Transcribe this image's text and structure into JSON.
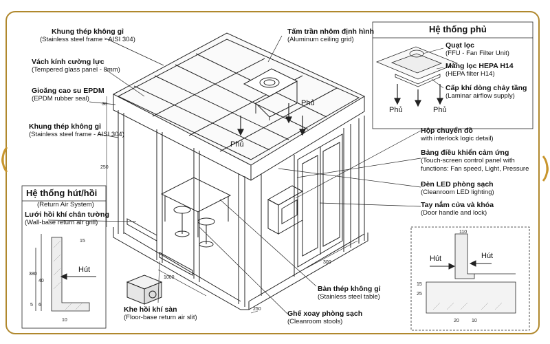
{
  "labels": {
    "frame_top": {
      "vn": "Khung thép không gỉ",
      "en": "(Stainless steel frame - AISI 304)"
    },
    "glass": {
      "vn": "Vách kính cường lực",
      "en": "(Tempered glass panel - 8mm)"
    },
    "seal": {
      "vn": "Gioăng cao su EPDM",
      "en": "(EPDM rubber seal)"
    },
    "frame_side": {
      "vn": "Khung thép không gỉ",
      "en": "(Stainless steel frame - AISI 304)"
    },
    "ceiling": {
      "vn": "Tấm trần nhôm định hình",
      "en": "(Aluminum ceiling grid)"
    },
    "passbox": {
      "vn": "Hộp chuyển đồ",
      "en": "with interlock logic detail)"
    },
    "touch": {
      "vn": "Bảng điều khiển cảm ứng",
      "en1": "(Touch-screen control panel with",
      "en2": "functions: Fan speed, Light, Pressure"
    },
    "led": {
      "vn": "Đèn LED phòng sạch",
      "en": "(Cleanroom LED lighting)"
    },
    "handle": {
      "vn": "Tay nắm cửa và khóa",
      "en": "(Door handle and lock)"
    },
    "table": {
      "vn": "Bàn thép không gỉ",
      "en": "(Stainless steel table)"
    },
    "stools": {
      "vn": "Ghế xoay phòng sạch",
      "en": "(Cleanroom stools)"
    },
    "floor_slit": {
      "vn": "Khe hồi khí sàn",
      "en": "(Floor-base return air slit)"
    },
    "wall_grill": {
      "vn": "Lưới hồi khí chân tường",
      "en": "(Wall-base return air grill)"
    }
  },
  "supply_box": {
    "title": "Hệ thống phủ",
    "ffu": {
      "vn": "Quạt lọc",
      "en": "(FFU - Fan Filter Unit)"
    },
    "hepa": {
      "vn": "Màng lọc HEPA H14",
      "en": "(HEPA filter H14)"
    },
    "laminar": {
      "vn": "Cấp khí dòng chảy tầng",
      "en": "(Laminar airflow supply)"
    },
    "phu": "Phủ"
  },
  "return_box": {
    "title": "Hệ thống hút/hồi",
    "en": "(Return Air System)",
    "hut": "Hút"
  },
  "diagram_text": {
    "phu": "Phủ",
    "dims": {
      "d30": "30",
      "d250": "250",
      "d1000": "1000",
      "d300": "300",
      "d250b": "250",
      "d15": "15",
      "d380": "380",
      "d40": "40",
      "d5": "5",
      "d6": "6",
      "d10": "10",
      "d110": "110",
      "d15b": "15",
      "d25": "25",
      "d20": "20",
      "d10b": "10"
    }
  },
  "colors": {
    "frame": "#b0882d",
    "line": "#222222",
    "hatch": "#999999",
    "accent": "#c8962e"
  }
}
